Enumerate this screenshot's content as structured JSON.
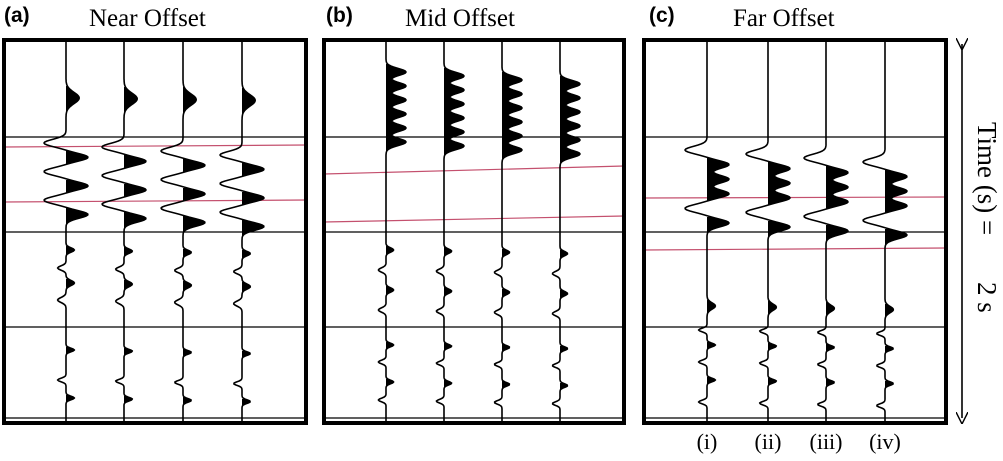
{
  "panels": [
    {
      "id": "near",
      "letter": "(a)",
      "title": "Near Offset",
      "traces": 4,
      "bands": 6,
      "band_order": [
        "negative",
        "positive",
        "negative",
        "positive",
        "negative",
        "positive"
      ]
    },
    {
      "id": "mid",
      "letter": "(b)",
      "title": "Mid Offset",
      "traces": 4,
      "bands": 6,
      "band_order": [
        "positive",
        "positive",
        "positive",
        "positive",
        "positive",
        "positive"
      ]
    },
    {
      "id": "far",
      "letter": "(c)",
      "title": "Far Offset",
      "traces": 4,
      "bands": 6,
      "band_order": [
        "negative",
        "positive",
        "positive",
        "positive",
        "negative",
        "positive"
      ]
    }
  ],
  "trace_labels": [
    "(i)",
    "(ii)",
    "(iii)",
    "(iv)"
  ],
  "time_axis": {
    "label_part1": "Time (s) =",
    "label_part2": "2 s"
  },
  "colors": {
    "frame": "#000000",
    "wiggle": "#000000",
    "fill": "#000000",
    "horizon": "#c4506e"
  }
}
